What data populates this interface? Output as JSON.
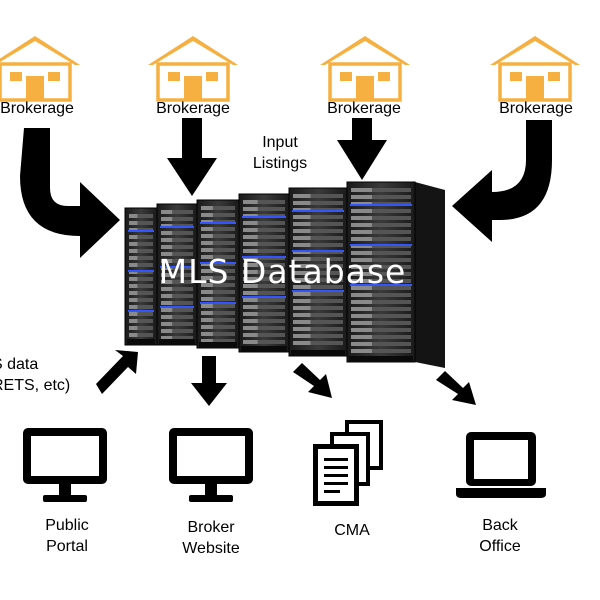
{
  "brokerages": [
    {
      "label": "Brokerage"
    },
    {
      "label": "Brokerage"
    },
    {
      "label": "Brokerage"
    },
    {
      "label": "Brokerage"
    }
  ],
  "input_label": "Input\nListings",
  "database": {
    "title": "MLS Database"
  },
  "feed_label": "S data\nRETS, etc)",
  "outputs": [
    {
      "label": "Public\nPortal",
      "icon": "monitor-icon"
    },
    {
      "label": "Broker\nWebsite",
      "icon": "monitor-icon"
    },
    {
      "label": "CMA",
      "icon": "documents-icon"
    },
    {
      "label": "Back\nOffice",
      "icon": "laptop-icon"
    }
  ],
  "colors": {
    "house": "#f5b041",
    "server_led": "#3355ff",
    "arrow": "#000000"
  }
}
